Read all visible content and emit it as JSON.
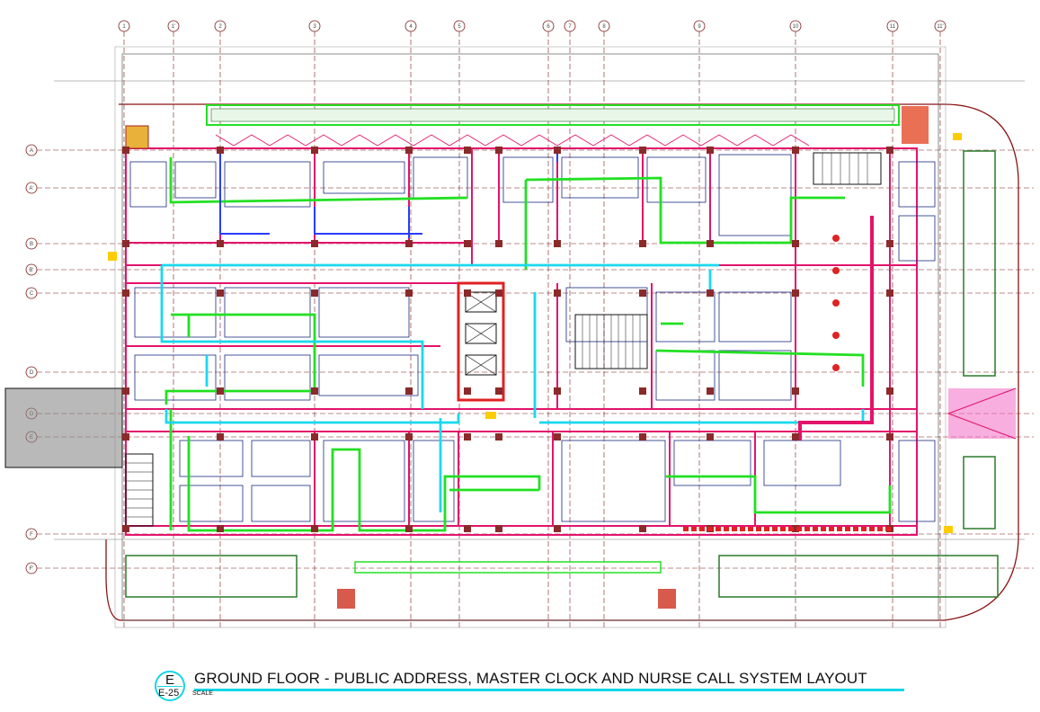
{
  "drawing": {
    "title": "GROUND FLOOR - PUBLIC ADDRESS, MASTER CLOCK AND NURSE CALL SYSTEM LAYOUT",
    "scale_label": "SCALE",
    "detail_letter": "E",
    "sheet_ref": "E-25"
  },
  "grid": {
    "columns": [
      "1",
      "1'",
      "2",
      "3",
      "4",
      "5",
      "6",
      "7",
      "8",
      "9",
      "10",
      "11",
      "11'"
    ],
    "rows": [
      "A",
      "A'",
      "B",
      "B'",
      "C",
      "D",
      "E",
      "F",
      "F'"
    ]
  },
  "colors": {
    "walls": "#e3136b",
    "grid_lines": "#7a1a1a",
    "nurse_call_cable": "#22e022",
    "pa_cable": "#1ad8ee",
    "clock_cable": "#2a3cff",
    "stair_hatch": "#e02222",
    "dimension_lines": "#555555"
  }
}
